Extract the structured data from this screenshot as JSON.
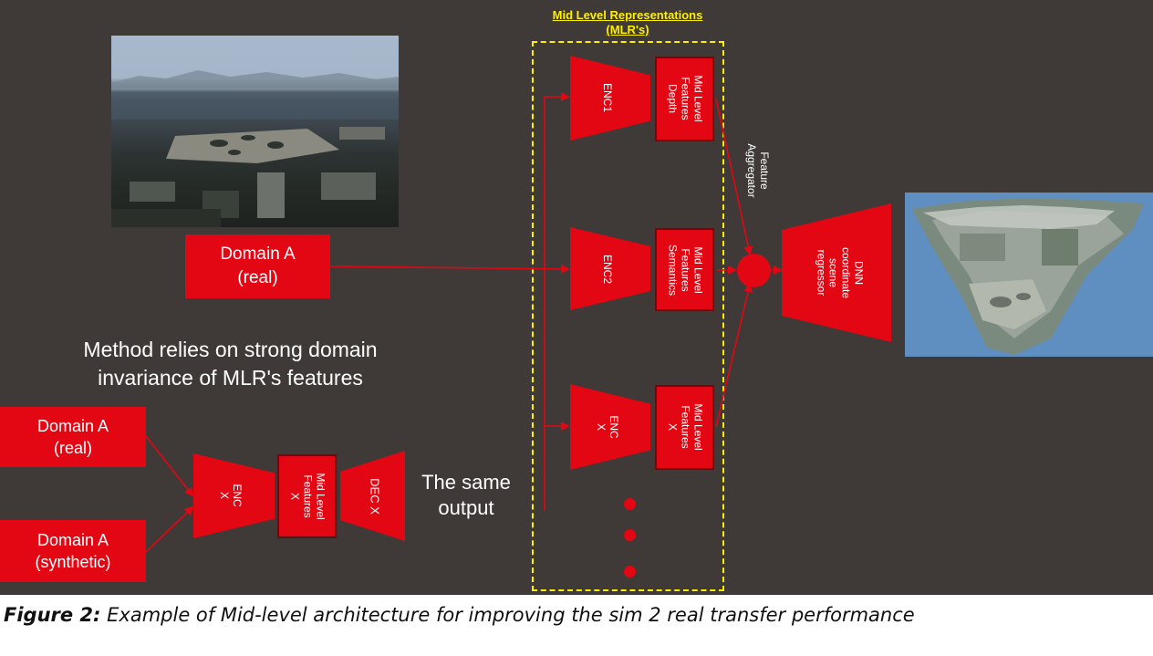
{
  "mlr": {
    "title_line1": "Mid Level Representations",
    "title_line2": "(MLR's)"
  },
  "domain_main": "Domain A\n(real)",
  "domain_left_real": "Domain A\n(real)",
  "domain_left_synth": "Domain A\n(synthetic)",
  "encoders": {
    "enc1": "ENC1",
    "enc2": "ENC2",
    "encx": "ENC\nX"
  },
  "features": {
    "depth": "Mid Level\nFeatures\nDepth",
    "semantics": "Mid Level\nFeatures\nSemantics",
    "x": "Mid Level\nFeatures\nX"
  },
  "feature_aggregator": "Feature\nAggregator",
  "dnn": "DNN\ncoordinate\nscene\nregressor",
  "method_text": "Method relies on strong domain\ninvariance of MLR's features",
  "left_pipeline": {
    "enc": "ENC\nX",
    "features": "Mid Level\nFeatures\nX",
    "dec": "DEC X"
  },
  "same_output": "The same\noutput",
  "caption": {
    "label": "Figure 2:",
    "text": " Example of Mid-level architecture for improving the sim 2 real transfer performance"
  },
  "colors": {
    "background": "#3f3a37",
    "accent_red": "#e30613",
    "highlight_yellow": "#ffef00"
  }
}
